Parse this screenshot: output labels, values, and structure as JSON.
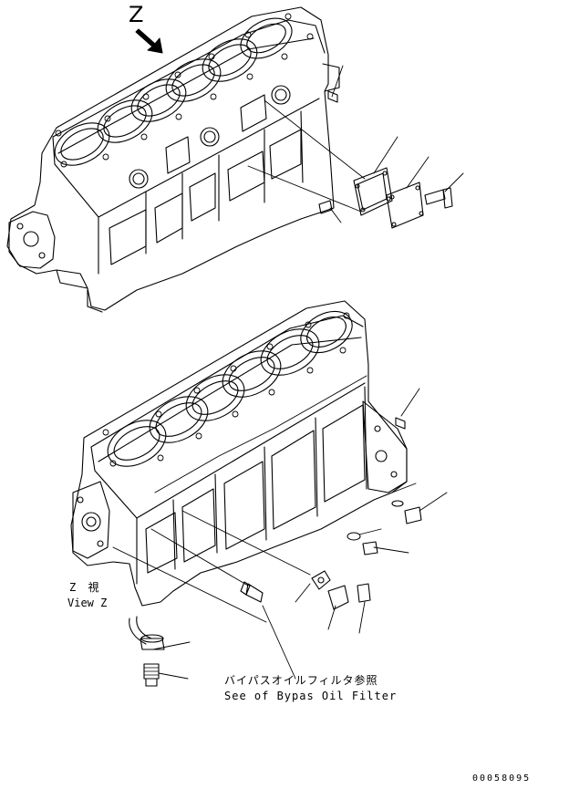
{
  "labels": {
    "z_letter": "Z",
    "view_jp": "Z 視",
    "view_en": "View Z",
    "ref_jp": "バイパスオイルフィルタ参照",
    "ref_en": "See of Bypas Oil Filter",
    "drawing_code": "00058095"
  },
  "colors": {
    "line": "#000000",
    "background": "#ffffff"
  }
}
